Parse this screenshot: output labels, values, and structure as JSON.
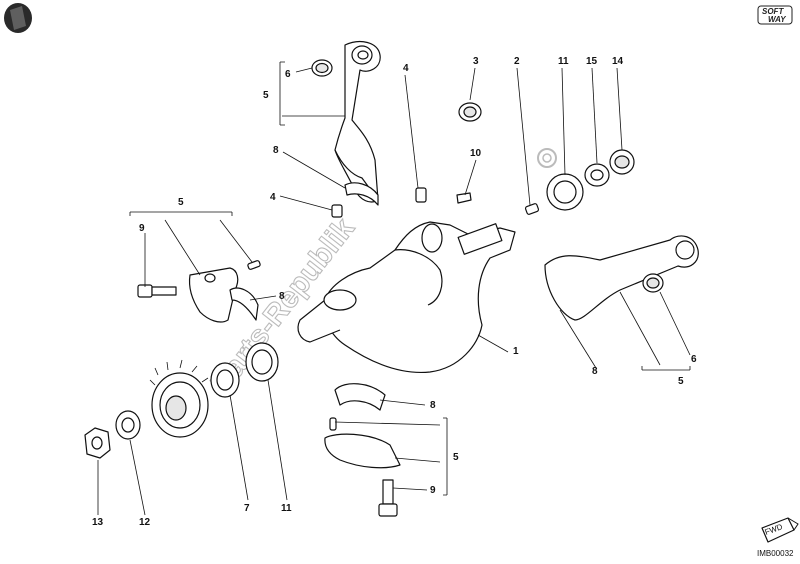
{
  "corner_logo": {
    "icon": "ducati-badge-icon"
  },
  "brand_logo": {
    "line1": "SOFT",
    "line2": "WAY"
  },
  "watermark": {
    "text": "Parts-Republik"
  },
  "fwd_badge": {
    "text": "FWD",
    "icon": "forward-arrow-icon"
  },
  "diagram_code": "IMB00032",
  "callouts": {
    "c1": "1",
    "c2": "2",
    "c3": "3",
    "c4a": "4",
    "c4b": "4",
    "c5a": "5",
    "c5b": "5",
    "c5c": "5",
    "c5d": "5",
    "c6a": "6",
    "c6b": "6",
    "c7": "7",
    "c8a": "8",
    "c8b": "8",
    "c8c": "8",
    "c8d": "8",
    "c9a": "9",
    "c9b": "9",
    "c10": "10",
    "c11a": "11",
    "c11b": "11",
    "c12": "12",
    "c13": "13",
    "c14": "14",
    "c15": "15"
  }
}
